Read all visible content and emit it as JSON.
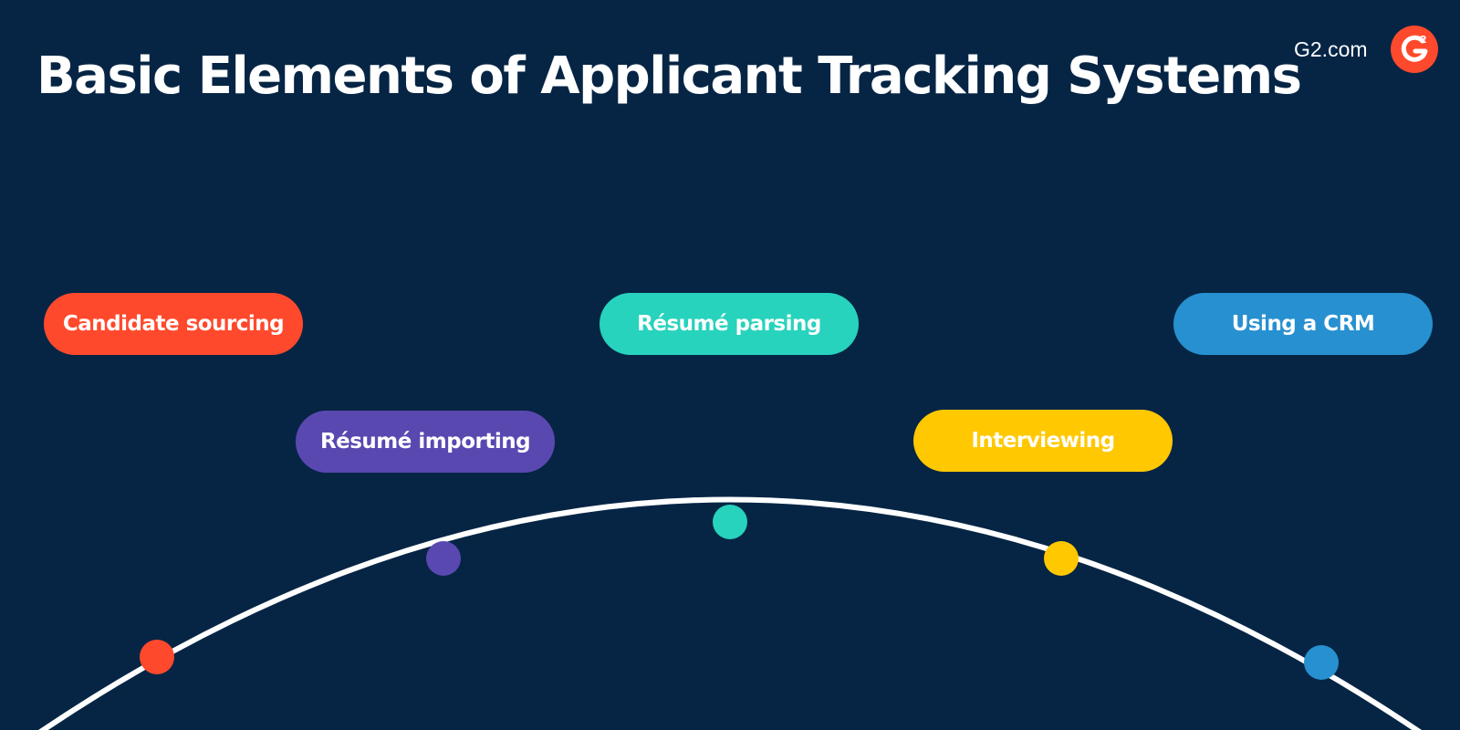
{
  "title": "Basic Elements of Applicant Tracking Systems",
  "brand": {
    "text": "G2.com",
    "logo_letter": "G",
    "logo_superscript": "2",
    "logo_color": "#ff492c"
  },
  "background_color": "#062545",
  "arc_color": "#ffffff",
  "elements": [
    {
      "label": "Candidate sourcing",
      "color": "#ff492c"
    },
    {
      "label": "Résumé importing",
      "color": "#5a48b1"
    },
    {
      "label": "Résumé parsing",
      "color": "#27d3bc"
    },
    {
      "label": "Interviewing",
      "color": "#ffc800"
    },
    {
      "label": "Using a CRM",
      "color": "#2790d0"
    }
  ]
}
